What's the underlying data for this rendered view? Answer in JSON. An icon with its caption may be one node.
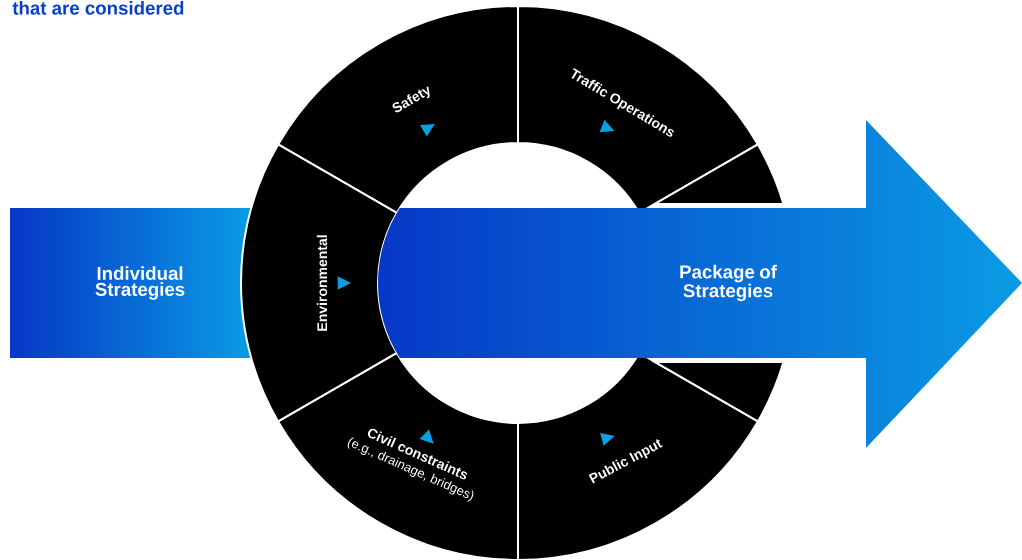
{
  "diagram": {
    "title": "that are considered",
    "nodes": [
      {
        "text": [
          "Individual Strategies"
        ]
      },
      {
        "text": [
          "Package of Strategies"
        ]
      },
      {
        "text": [
          "Safety"
        ]
      },
      {
        "text": [
          "Traffic Operations"
        ]
      },
      {
        "text": [],
        "shape": "box"
      },
      {
        "text": [],
        "shape": "box"
      },
      {
        "text": [
          "Public Input"
        ]
      },
      {
        "text": [
          "Civil constraints",
          "(e.g., drainage, bridges)"
        ]
      },
      {
        "text": [
          "Environmental"
        ]
      }
    ]
  }
}
